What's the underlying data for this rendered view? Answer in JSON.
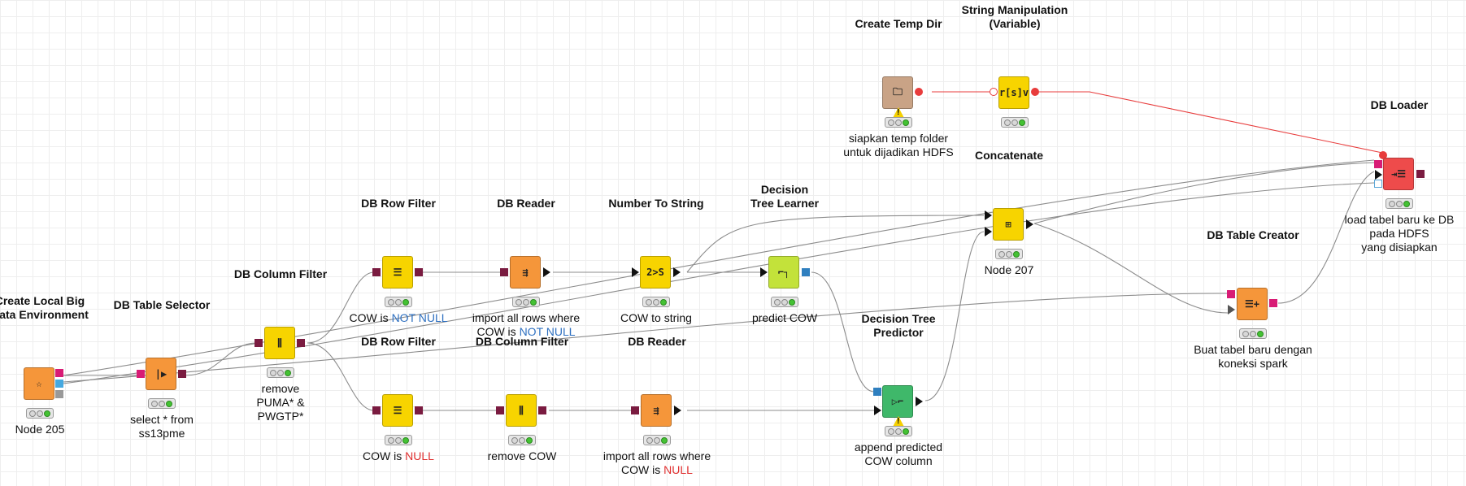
{
  "nodes": {
    "local_big_data": {
      "title": "Create Local Big\nData Environment",
      "label": "Node 205"
    },
    "db_table_selector": {
      "title": "DB Table Selector",
      "label": "select * from\nss13pme"
    },
    "db_column_filter_1": {
      "title": "DB Column Filter",
      "label": "remove\nPUMA* &\nPWGTP*"
    },
    "db_row_filter_1": {
      "title": "DB Row Filter",
      "label_prefix": "COW is ",
      "label_highlight": "NOT NULL"
    },
    "db_reader_1": {
      "title": "DB Reader",
      "label_prefix": "import all rows where\nCOW is ",
      "label_highlight": "NOT NULL"
    },
    "number_to_string": {
      "title": "Number To String",
      "label": "COW to string",
      "icon": "2>S"
    },
    "decision_tree_learner": {
      "title": "Decision\nTree Learner",
      "label": "predict COW"
    },
    "db_row_filter_2": {
      "title": "DB Row Filter",
      "label_prefix": "COW is ",
      "label_highlight": "NULL"
    },
    "db_column_filter_2": {
      "title": "DB Column Filter",
      "label": "remove COW"
    },
    "db_reader_2": {
      "title": "DB Reader",
      "label_prefix": "import all rows where\nCOW is ",
      "label_highlight": "NULL"
    },
    "decision_tree_predictor": {
      "title": "Decision Tree\nPredictor",
      "label": "append predicted\nCOW column"
    },
    "concatenate": {
      "title": "Concatenate",
      "label": "Node 207"
    },
    "create_temp_dir": {
      "title": "Create Temp Dir",
      "label": "siapkan temp folder\nuntuk dijadikan HDFS"
    },
    "string_manipulation": {
      "title": "String Manipulation\n(Variable)",
      "label": "",
      "icon": "r[s]v"
    },
    "db_table_creator": {
      "title": "DB Table Creator",
      "label": "Buat tabel baru dengan\nkoneksi spark"
    },
    "db_loader": {
      "title": "DB Loader",
      "label": "load tabel baru ke DB\npada HDFS\nyang disiapkan"
    }
  },
  "colors": {
    "source": "#f5963a",
    "manipulator": "#f7d400",
    "learner": "#c3e23a",
    "predictor": "#3fb86a",
    "writer": "#ee4b4b",
    "other": "#c9a386",
    "connection": "#8c8c8c",
    "variable_connection": "#e83c3c",
    "status_ok": "#44c233",
    "highlight_blue": "#2d6fc0",
    "highlight_red": "#e03030"
  }
}
